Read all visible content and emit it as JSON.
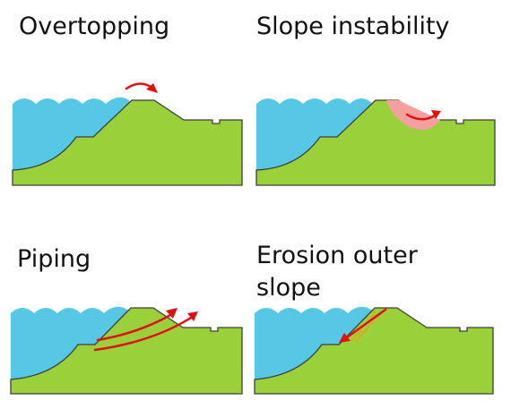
{
  "panels": [
    {
      "id": "overtopping",
      "label": "Overtopping"
    },
    {
      "id": "slope-instability",
      "label": "Slope instability"
    },
    {
      "id": "piping",
      "label": "Piping"
    },
    {
      "id": "erosion-outer-slope",
      "label": "Erosion outer slope"
    }
  ],
  "colors": {
    "water": "#56c8e6",
    "dike": "#9ad13a",
    "outline": "#3d3d3d",
    "arrow": "#e01010",
    "slip_zone": "#f4a0a0"
  }
}
